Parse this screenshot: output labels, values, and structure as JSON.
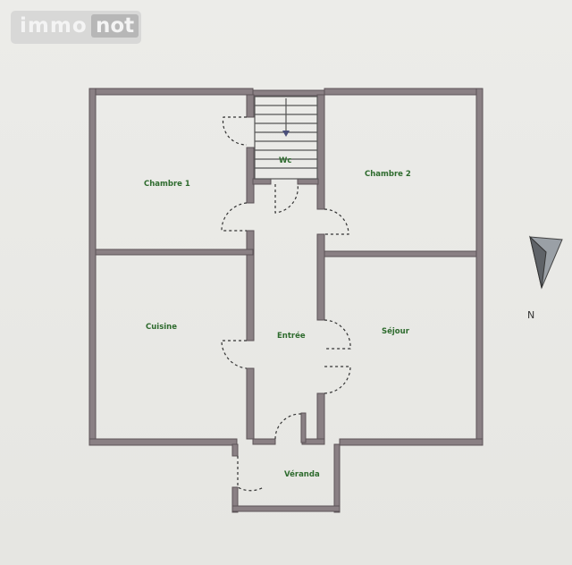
{
  "logo": {
    "part1": "immo",
    "part2": "not"
  },
  "rooms": {
    "chambre1": "Chambre 1",
    "wc": "Wc",
    "chambre2": "Chambre 2",
    "cuisine": "Cuisine",
    "entree": "Entrée",
    "sejour": "Séjour",
    "veranda": "Véranda"
  },
  "compass": {
    "label": "N"
  },
  "colors": {
    "wall": "#8a8084",
    "label": "#2e6b2e",
    "background": "#e9e9e6"
  }
}
